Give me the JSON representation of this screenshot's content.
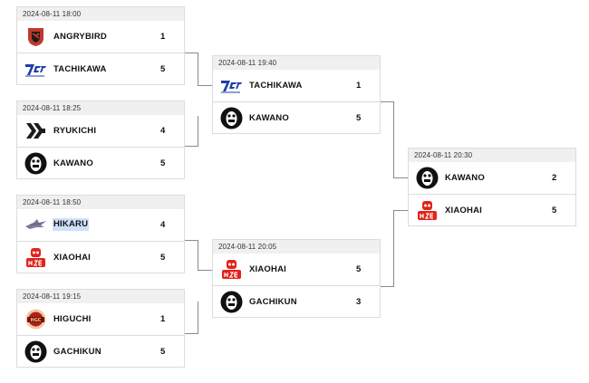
{
  "matches": [
    {
      "time": "2024-08-11 18:00",
      "teams": [
        {
          "name": "ANGRYBIRD",
          "score": "1",
          "logo": "angrybird-logo"
        },
        {
          "name": "TACHIKAWA",
          "score": "5",
          "logo": "tachikawa-logo"
        }
      ]
    },
    {
      "time": "2024-08-11 18:25",
      "teams": [
        {
          "name": "RYUKICHI",
          "score": "4",
          "logo": "ryukichi-logo"
        },
        {
          "name": "KAWANO",
          "score": "5",
          "logo": "kawano-logo"
        }
      ]
    },
    {
      "time": "2024-08-11 18:50",
      "teams": [
        {
          "name": "HIKARU",
          "score": "4",
          "logo": "hikaru-logo"
        },
        {
          "name": "XIAOHAI",
          "score": "5",
          "logo": "xiaohai-logo"
        }
      ]
    },
    {
      "time": "2024-08-11 19:15",
      "teams": [
        {
          "name": "HIGUCHI",
          "score": "1",
          "logo": "higuchi-logo"
        },
        {
          "name": "GACHIKUN",
          "score": "5",
          "logo": "gachikun-logo"
        }
      ]
    },
    {
      "time": "2024-08-11 19:40",
      "teams": [
        {
          "name": "TACHIKAWA",
          "score": "1",
          "logo": "tachikawa-logo"
        },
        {
          "name": "KAWANO",
          "score": "5",
          "logo": "kawano-logo"
        }
      ]
    },
    {
      "time": "2024-08-11 20:05",
      "teams": [
        {
          "name": "XIAOHAI",
          "score": "5",
          "logo": "xiaohai-logo"
        },
        {
          "name": "GACHIKUN",
          "score": "3",
          "logo": "gachikun-logo"
        }
      ]
    },
    {
      "time": "2024-08-11 20:30",
      "teams": [
        {
          "name": "KAWANO",
          "score": "2",
          "logo": "kawano-logo"
        },
        {
          "name": "XIAOHAI",
          "score": "5",
          "logo": "xiaohai-logo"
        }
      ]
    }
  ],
  "colors": {
    "angrybird": "#c0392b",
    "tachikawa": "#1e3fa8",
    "xiaohai": "#e2231a",
    "higuchi": "#b01e1e",
    "header_bg": "#f0f0f0",
    "border": "#dcdcdc",
    "selection": "#cfe0fb"
  }
}
